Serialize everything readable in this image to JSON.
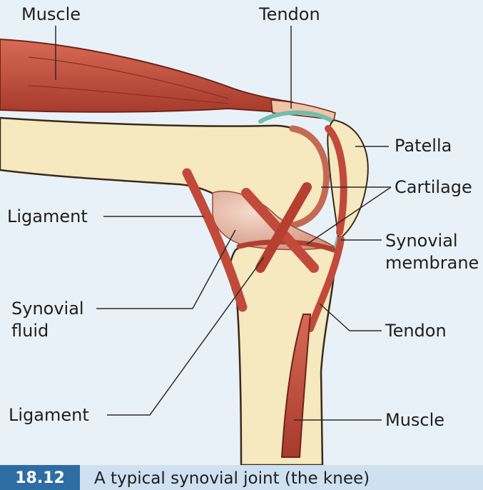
{
  "labels": {
    "muscle_top": "Muscle",
    "tendon_top": "Tendon",
    "patella": "Patella",
    "cartilage": "Cartilage",
    "ligament_upper": "Ligament",
    "synovial_membrane_1": "Synovial",
    "synovial_membrane_2": "membrane",
    "synovial_fluid_1": "Synovial",
    "synovial_fluid_2": "fluid",
    "tendon_bottom": "Tendon",
    "ligament_lower": "Ligament",
    "muscle_bottom": "Muscle"
  },
  "caption": {
    "number": "18.12",
    "text": "A typical synovial joint (the knee)"
  },
  "colors": {
    "background": "#e9f1f8",
    "bone": "#f6e8bf",
    "muscle": "#c24a3a",
    "cartilage": "#d8a48c",
    "membrane": "#6fbfae",
    "caption_accent": "#2e6da4",
    "caption_bar": "#cfe0f0"
  }
}
